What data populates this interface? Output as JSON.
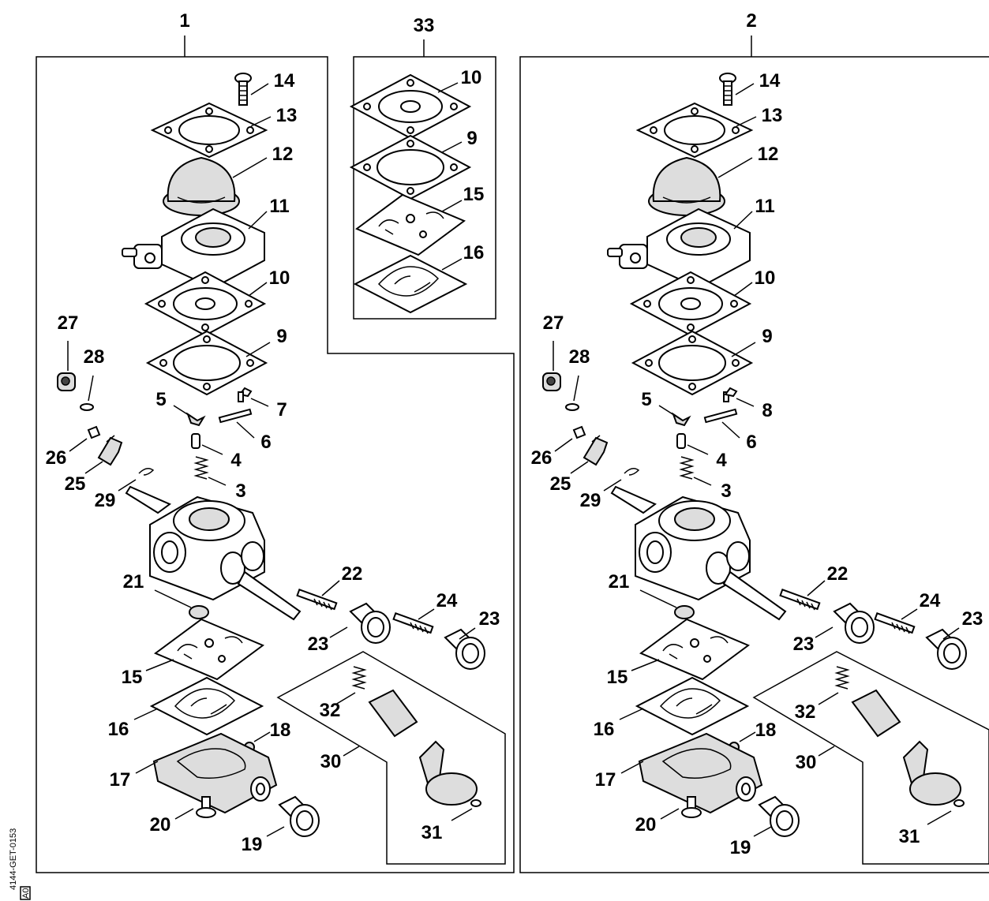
{
  "figure_code": "4144-GET-0153",
  "figure_rev": "A0",
  "groups": {
    "g1": "1",
    "g2": "2",
    "g33": "33"
  },
  "callouts": {
    "a14": "14",
    "a13": "13",
    "a12": "12",
    "a11": "11",
    "a10": "10",
    "a9": "9",
    "a27": "27",
    "a28": "28",
    "a5": "5",
    "a7": "7",
    "a6": "6",
    "a26": "26",
    "a4": "4",
    "a25": "25",
    "a29": "29",
    "a3": "3",
    "a21": "21",
    "a22": "22",
    "a24": "24",
    "a23a": "23",
    "a23b": "23",
    "a15": "15",
    "a32": "32",
    "a16": "16",
    "a18": "18",
    "a30": "30",
    "a17": "17",
    "a20": "20",
    "a19": "19",
    "a31": "31",
    "k10": "10",
    "k9": "9",
    "k15": "15",
    "k16": "16",
    "b14": "14",
    "b13": "13",
    "b12": "12",
    "b11": "11",
    "b10": "10",
    "b9": "9",
    "b27": "27",
    "b28": "28",
    "b5": "5",
    "b8": "8",
    "b6": "6",
    "b26": "26",
    "b4": "4",
    "b25": "25",
    "b29": "29",
    "b3": "3",
    "b21": "21",
    "b22": "22",
    "b24": "24",
    "b23a": "23",
    "b23b": "23",
    "b15": "15",
    "b32": "32",
    "b16": "16",
    "b18": "18",
    "b30": "30",
    "b17": "17",
    "b20": "20",
    "b19": "19",
    "b31": "31"
  }
}
